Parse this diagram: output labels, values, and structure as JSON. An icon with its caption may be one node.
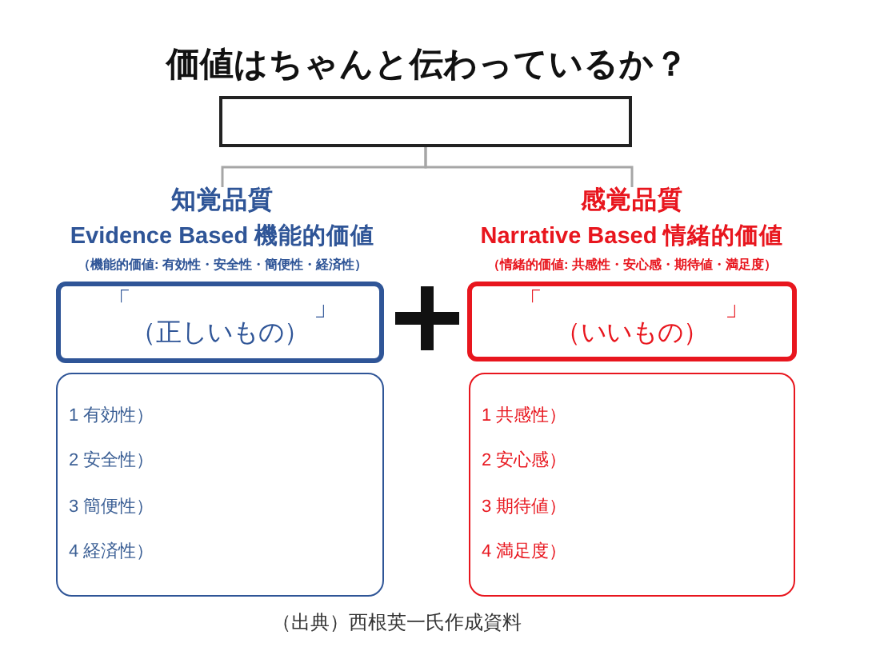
{
  "diagram": {
    "title": "価値はちゃんと伝わっているか？",
    "caption": "（出典）西根英一氏作成資料",
    "nodes": [
      {
        "text": [],
        "shape": "box"
      },
      {
        "text": [
          "知覚品質",
          "Evidence Based 機能的価値",
          "（機能的価値: 有効性・安全性・簡便性・経済性）"
        ]
      },
      {
        "text": [
          "「",
          "」",
          "（正しいもの）"
        ]
      },
      {
        "text": [
          "1 有効性）",
          "2 安全性）",
          "3 簡便性）",
          "4 経済性）"
        ]
      },
      {
        "text": [
          "感覚品質",
          "Narrative Based 情緒的価値",
          "（情緒的価値: 共感性・安心感・期待値・満足度）"
        ]
      },
      {
        "text": [
          "「",
          "」",
          "（いいもの）"
        ]
      },
      {
        "text": [
          "1 共感性）",
          "2 安心感）",
          "3 期待値）",
          "4 満足度）"
        ]
      }
    ],
    "edges": [
      {
        "from": 0,
        "to": 1,
        "arrow": "none"
      },
      {
        "from": 0,
        "to": 4,
        "arrow": "none"
      }
    ]
  }
}
